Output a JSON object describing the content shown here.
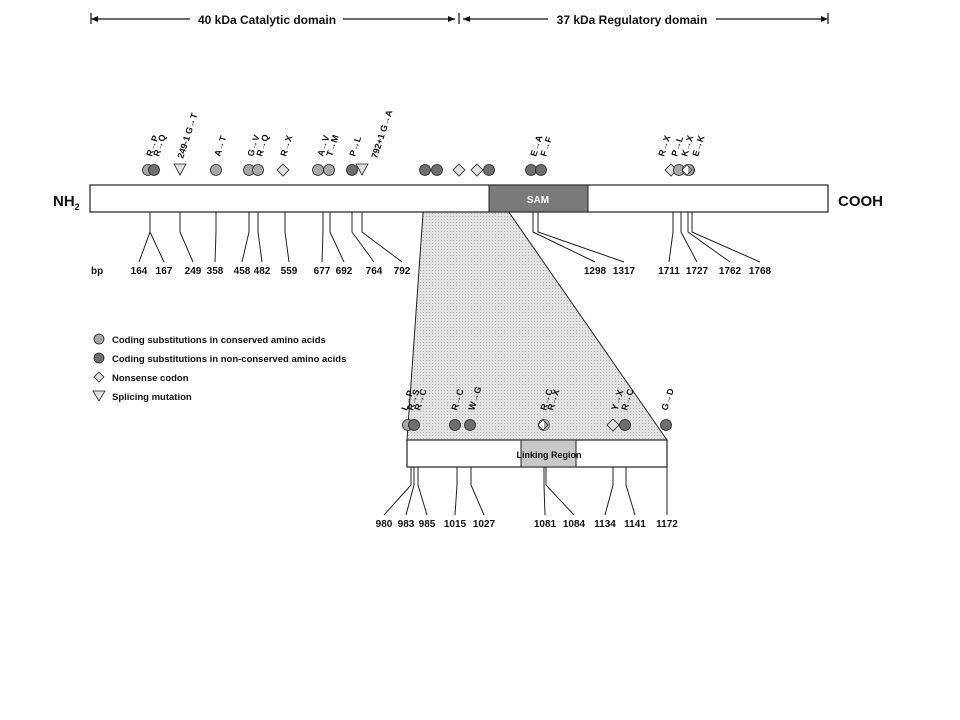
{
  "domains": {
    "catalytic": "40 kDa Catalytic domain",
    "regulatory": "37 kDa Regulatory domain"
  },
  "termini": {
    "n": "NH",
    "n_sub": "2",
    "c": "COOH"
  },
  "bp_label": "bp",
  "sam_label": "SAM",
  "linking_label": "Linking Region",
  "legend": [
    {
      "shape": "circle-light",
      "label": "Coding substitutions in conserved amino acids"
    },
    {
      "shape": "circle-dark",
      "label": "Coding substitutions in non-conserved amino acids"
    },
    {
      "shape": "diamond",
      "label": "Nonsense codon"
    },
    {
      "shape": "triangle",
      "label": "Splicing mutation"
    }
  ],
  "main_positions": [
    "164",
    "167",
    "249",
    "358",
    "458",
    "482",
    "559",
    "677",
    "692",
    "764",
    "792",
    "1298",
    "1317",
    "1711",
    "1727",
    "1762",
    "1768"
  ],
  "main_mutations": [
    "R→P",
    "R→Q",
    "249-1 G→T",
    "A→T",
    "G→V",
    "R→Q",
    "R→X",
    "A→V",
    "T→M",
    "P→L",
    "792+1 G→A",
    "E→A",
    "F→F",
    "R→X",
    "P→L",
    "K→X",
    "E→K"
  ],
  "zoom_positions": [
    "980",
    "983",
    "985",
    "1015",
    "1027",
    "1081",
    "1084",
    "1134",
    "1141",
    "1172"
  ],
  "zoom_mutations": [
    "L→P",
    "R→S",
    "R→C",
    "R→C",
    "W→G",
    "R→C",
    "R→X",
    "Y→X",
    "R→C",
    "G→D"
  ],
  "colors": {
    "light": "#a8a8a8",
    "dark": "#6e6e6e",
    "sam": "#7a7a7a",
    "linking": "#c8c8c8",
    "zoom": "#dcdcdc"
  }
}
